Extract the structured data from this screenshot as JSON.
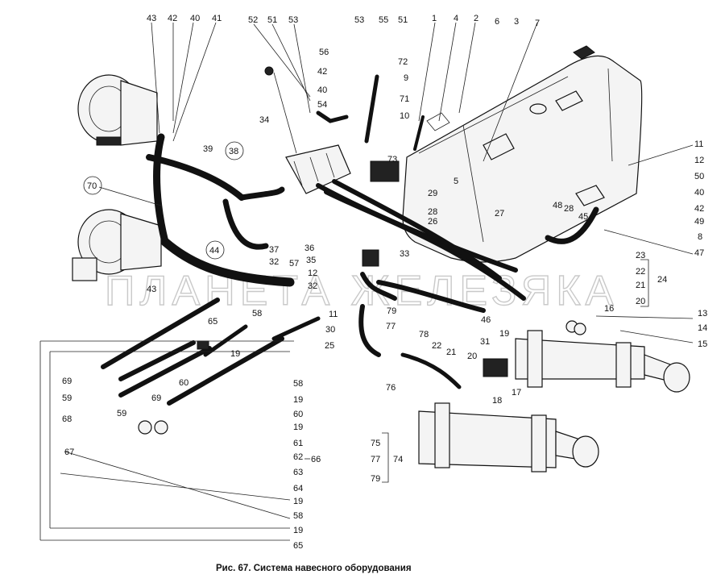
{
  "caption": "Рис. 67. Система навесного оборудования",
  "watermark": "ПЛАНЕТА ЖЕЛЕЗЯКА",
  "callouts": [
    {
      "id": "c43a",
      "text": "43"
    },
    {
      "id": "c42a",
      "text": "42"
    },
    {
      "id": "c40a",
      "text": "40"
    },
    {
      "id": "c41a",
      "text": "41"
    },
    {
      "id": "c52",
      "text": "52"
    },
    {
      "id": "c51a",
      "text": "51"
    },
    {
      "id": "c53a",
      "text": "53"
    },
    {
      "id": "c53b",
      "text": "53"
    },
    {
      "id": "c55",
      "text": "55"
    },
    {
      "id": "c51b",
      "text": "51"
    },
    {
      "id": "c1",
      "text": "1"
    },
    {
      "id": "c4",
      "text": "4"
    },
    {
      "id": "c2",
      "text": "2"
    },
    {
      "id": "c6",
      "text": "6"
    },
    {
      "id": "c3",
      "text": "3"
    },
    {
      "id": "c7",
      "text": "7"
    },
    {
      "id": "c56",
      "text": "56"
    },
    {
      "id": "c72",
      "text": "72"
    },
    {
      "id": "c42b",
      "text": "42"
    },
    {
      "id": "c9",
      "text": "9"
    },
    {
      "id": "c40b",
      "text": "40"
    },
    {
      "id": "c71",
      "text": "71"
    },
    {
      "id": "c54",
      "text": "54"
    },
    {
      "id": "c10",
      "text": "10"
    },
    {
      "id": "c34",
      "text": "34"
    },
    {
      "id": "c39",
      "text": "39"
    },
    {
      "id": "c38",
      "text": "38"
    },
    {
      "id": "c73",
      "text": "73"
    },
    {
      "id": "c5",
      "text": "5"
    },
    {
      "id": "c11a",
      "text": "11"
    },
    {
      "id": "c12a",
      "text": "12"
    },
    {
      "id": "c50",
      "text": "50"
    },
    {
      "id": "c40c",
      "text": "40"
    },
    {
      "id": "c42c",
      "text": "42"
    },
    {
      "id": "c49",
      "text": "49"
    },
    {
      "id": "c8",
      "text": "8"
    },
    {
      "id": "c47",
      "text": "47"
    },
    {
      "id": "c70",
      "text": "70"
    },
    {
      "id": "c29",
      "text": "29"
    },
    {
      "id": "c28a",
      "text": "28"
    },
    {
      "id": "c26",
      "text": "26"
    },
    {
      "id": "c27",
      "text": "27"
    },
    {
      "id": "c48",
      "text": "48"
    },
    {
      "id": "c28b",
      "text": "28"
    },
    {
      "id": "c45",
      "text": "45"
    },
    {
      "id": "c37",
      "text": "37"
    },
    {
      "id": "c36",
      "text": "36"
    },
    {
      "id": "c44",
      "text": "44"
    },
    {
      "id": "c32a",
      "text": "32"
    },
    {
      "id": "c57",
      "text": "57"
    },
    {
      "id": "c35",
      "text": "35"
    },
    {
      "id": "c33",
      "text": "33"
    },
    {
      "id": "c12b",
      "text": "12"
    },
    {
      "id": "c32b",
      "text": "32"
    },
    {
      "id": "c23",
      "text": "23"
    },
    {
      "id": "c22a",
      "text": "22"
    },
    {
      "id": "c21a",
      "text": "21"
    },
    {
      "id": "c20a",
      "text": "20"
    },
    {
      "id": "c24",
      "text": "24"
    },
    {
      "id": "c43b",
      "text": "43"
    },
    {
      "id": "c11b",
      "text": "11"
    },
    {
      "id": "c79a",
      "text": "79"
    },
    {
      "id": "c16",
      "text": "16"
    },
    {
      "id": "c13",
      "text": "13"
    },
    {
      "id": "c14",
      "text": "14"
    },
    {
      "id": "c15",
      "text": "15"
    },
    {
      "id": "c58a",
      "text": "58"
    },
    {
      "id": "c65a",
      "text": "65"
    },
    {
      "id": "c30",
      "text": "30"
    },
    {
      "id": "c77a",
      "text": "77"
    },
    {
      "id": "c78",
      "text": "78"
    },
    {
      "id": "c46",
      "text": "46"
    },
    {
      "id": "c31",
      "text": "31"
    },
    {
      "id": "c19a",
      "text": "19"
    },
    {
      "id": "c19b",
      "text": "19"
    },
    {
      "id": "c25",
      "text": "25"
    },
    {
      "id": "c22b",
      "text": "22"
    },
    {
      "id": "c21b",
      "text": "21"
    },
    {
      "id": "c20b",
      "text": "20"
    },
    {
      "id": "c69a",
      "text": "69"
    },
    {
      "id": "c60a",
      "text": "60"
    },
    {
      "id": "c58b",
      "text": "58"
    },
    {
      "id": "c76",
      "text": "76"
    },
    {
      "id": "c17",
      "text": "17"
    },
    {
      "id": "c59a",
      "text": "59"
    },
    {
      "id": "c19c",
      "text": "19"
    },
    {
      "id": "c18",
      "text": "18"
    },
    {
      "id": "c68",
      "text": "68"
    },
    {
      "id": "c69b",
      "text": "69"
    },
    {
      "id": "c60b",
      "text": "60"
    },
    {
      "id": "c59b",
      "text": "59"
    },
    {
      "id": "c19d",
      "text": "19"
    },
    {
      "id": "c67",
      "text": "67"
    },
    {
      "id": "c61",
      "text": "61"
    },
    {
      "id": "c62",
      "text": "62"
    },
    {
      "id": "c66",
      "text": "66"
    },
    {
      "id": "c63",
      "text": "63"
    },
    {
      "id": "c64",
      "text": "64"
    },
    {
      "id": "c19e",
      "text": "19"
    },
    {
      "id": "c75",
      "text": "75"
    },
    {
      "id": "c77b",
      "text": "77"
    },
    {
      "id": "c74",
      "text": "74"
    },
    {
      "id": "c79b",
      "text": "79"
    },
    {
      "id": "c58c",
      "text": "58"
    },
    {
      "id": "c19f",
      "text": "19"
    },
    {
      "id": "c65b",
      "text": "65"
    }
  ]
}
